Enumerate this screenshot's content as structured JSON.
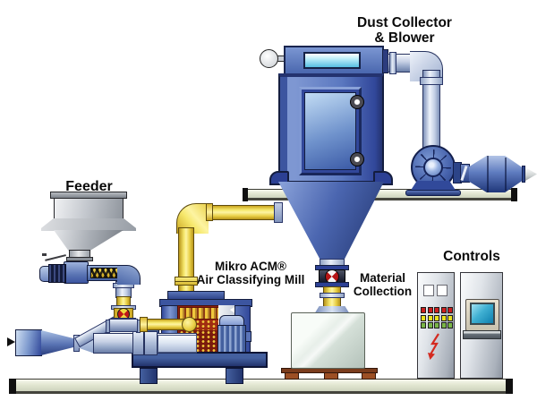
{
  "labels": {
    "dust_collector_blower": {
      "line1": "Dust Collector",
      "line2": "& Blower"
    },
    "feeder": "Feeder",
    "mill": {
      "line1": "Mikro ACM®",
      "line2": "Air Classifying Mill"
    },
    "material_collection": {
      "line1": "Material",
      "line2": "Collection"
    },
    "controls": "Controls"
  },
  "palette": {
    "equipment_blue": "#5b7cc0",
    "equipment_navy": "#1e2a66",
    "pipe_yellow": "#f2df5a",
    "pipe_gray": "#c3cde0",
    "cutaway_red": "#a02c10",
    "valve_red": "#b61616",
    "deck_green_gray": "#e3e7d2",
    "pallet_brown": "#9c4f24",
    "screen_teal": "#3fb0d2",
    "led_red": "#cc1f1f",
    "led_yellow": "#e8e11c",
    "led_green": "#7ab648"
  },
  "indicators": {
    "rows": 3,
    "columns": 5,
    "row_colors": [
      "red",
      "yellow",
      "green"
    ]
  }
}
